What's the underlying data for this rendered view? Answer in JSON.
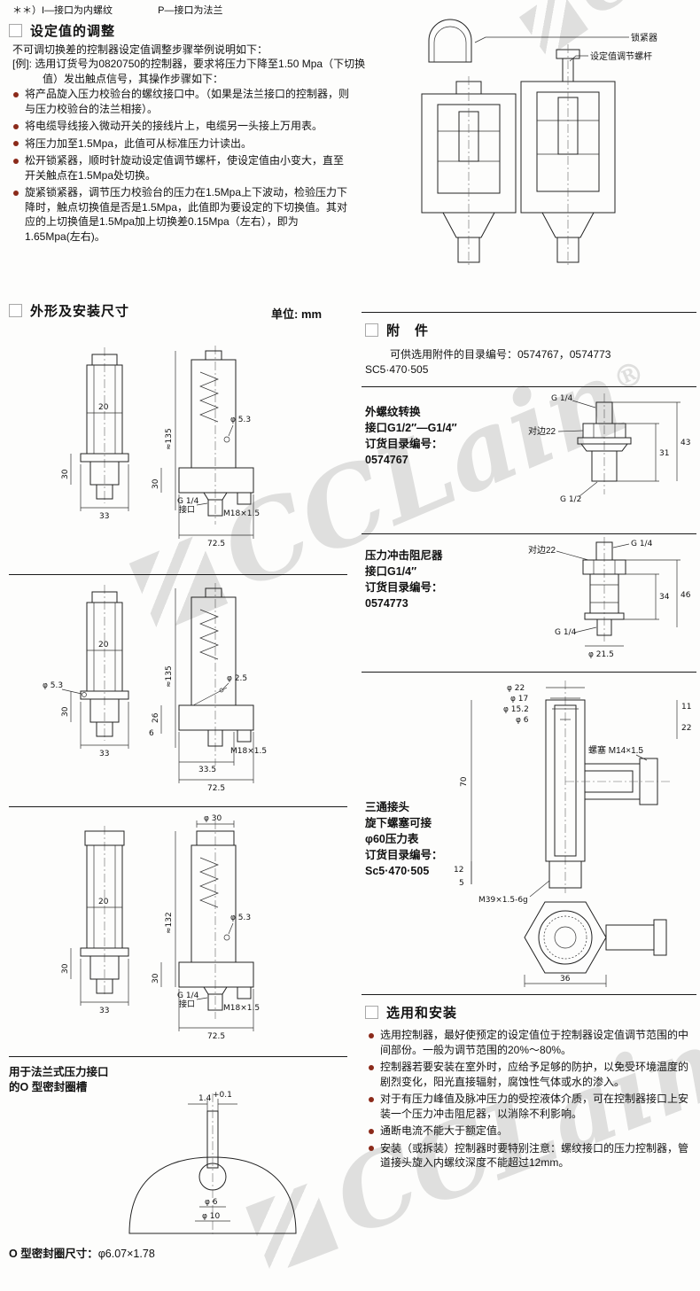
{
  "watermark": {
    "text": "CCLain",
    "reg": "®"
  },
  "header": {
    "note_left": "＊＊）I—接口为内螺纹",
    "note_right": "P—接口为法兰"
  },
  "adjust": {
    "title": "设定值的调整",
    "intro": "不可调切换差的控制器设定值调整步骤举例说明如下：",
    "example": "[例]: 选用订货号为0820750的控制器，要求将压力下降至1.50 Mpa（下切换值）发出触点信号，其操作步骤如下：",
    "bullets": [
      "将产品旋入压力校验台的螺纹接口中。（如果是法兰接口的控制器，则与压力校验台的法兰相接）。",
      "将电缆导线接入微动开关的接线片上，电缆另一头接上万用表。",
      "将压力加至1.5Mpa，此值可从标准压力计读出。",
      "松开锁紧器，顺时针旋动设定值调节螺杆，使设定值由小变大，直至开关触点在1.5Mpa处切换。",
      "旋紧锁紧器，调节压力校验台的压力在1.5Mpa上下波动，检验压力下降时，触点切换值是否是1.5Mpa，此值即为要设定的下切换值。其对应的上切换值是1.5Mpa加上切换差0.15Mpa（左右），即为1.65Mpa(左右)。"
    ]
  },
  "cross_section": {
    "lock_label": "锁紧器",
    "screw_label": "设定值调节螺杆"
  },
  "dims_section": {
    "title": "外形及安装尺寸",
    "unit": "单位: mm"
  },
  "d1": {
    "w20": "20",
    "w33": "33",
    "h135": "≈135",
    "h30": "30",
    "hole": "φ 5.3",
    "port1": "G 1/4",
    "port2": "接口",
    "thread": "M18×1.5",
    "depth": "72.5"
  },
  "d2": {
    "w20": "20",
    "w33": "33",
    "h135": "≈135",
    "h30": "30",
    "h26": "26",
    "h6": "6",
    "hole_small": "φ 2.5",
    "hole": "φ 5.3",
    "w335": "33.5",
    "thread": "M18×1.5",
    "depth": "72.5"
  },
  "d3": {
    "knob": "φ 30",
    "w20": "20",
    "w33": "33",
    "h132": "≈132",
    "h30": "30",
    "hole": "φ 5.3",
    "port1": "G 1/4",
    "port2": "接口",
    "thread": "M18×1.5",
    "depth": "72.5"
  },
  "oring": {
    "caption1": "用于法兰式压力接口",
    "caption2": "的O 型密封圈槽",
    "groove": "1.4",
    "tol": "+0.1",
    "d6": "φ 6",
    "d10": "φ 10",
    "size_label": "O 型密封圈尺寸：",
    "size_value": "φ6.07×1.78"
  },
  "accessories": {
    "title": "附　件",
    "catalog1": "可供选用附件的目录编号：0574767，0574773",
    "catalog2": "SC5·470·505",
    "a1": {
      "line1": "外螺纹转换",
      "line2": "接口G1/2″—G1/4″",
      "line3": "订货目录编号：",
      "order": "0574767",
      "top_thread": "G 1/4",
      "flats": "对边22",
      "h31": "31",
      "h43": "43",
      "bottom_thread": "G 1/2"
    },
    "a2": {
      "line1": "压力冲击阻尼器",
      "line2": "接口G1/4″",
      "line3": "订货目录编号：",
      "order": "0574773",
      "flats": "对边22",
      "top_thread": "G 1/4",
      "h34": "34",
      "h46": "46",
      "bottom_thread": "G 1/4",
      "d215": "φ 21.5"
    },
    "a3": {
      "line1": "三通接头",
      "line2": "旋下螺塞可接",
      "line3": "φ60压力表",
      "line4": "订货目录编号：",
      "order": "Sc5·470·505",
      "d22": "φ 22",
      "d17": "φ 17",
      "d152": "φ 15.2",
      "d6": "φ 6",
      "h11": "11",
      "h22": "22",
      "h70": "70",
      "h12": "12",
      "h5": "5",
      "plug": "螺塞 M14×1.5",
      "thread": "M39×1.5-6g",
      "w36": "36"
    }
  },
  "install": {
    "title": "选用和安装",
    "bullets": [
      "选用控制器，最好使预定的设定值位于控制器设定值调节范围的中间部份。一般为调节范围的20%～80%。",
      "控制器若要安装在室外时，应给予足够的防护，以免受环境温度的剧烈变化，阳光直接辐射，腐蚀性气体或水的渗入。",
      "对于有压力峰值及脉冲压力的受控液体介质，可在控制器接口上安装一个压力冲击阻尼器，以消除不利影响。",
      "通断电流不能大于额定值。",
      "安装（或拆装）控制器时要特别注意：螺纹接口的压力控制器，管道接头旋入内螺纹深度不能超过12mm。"
    ]
  }
}
